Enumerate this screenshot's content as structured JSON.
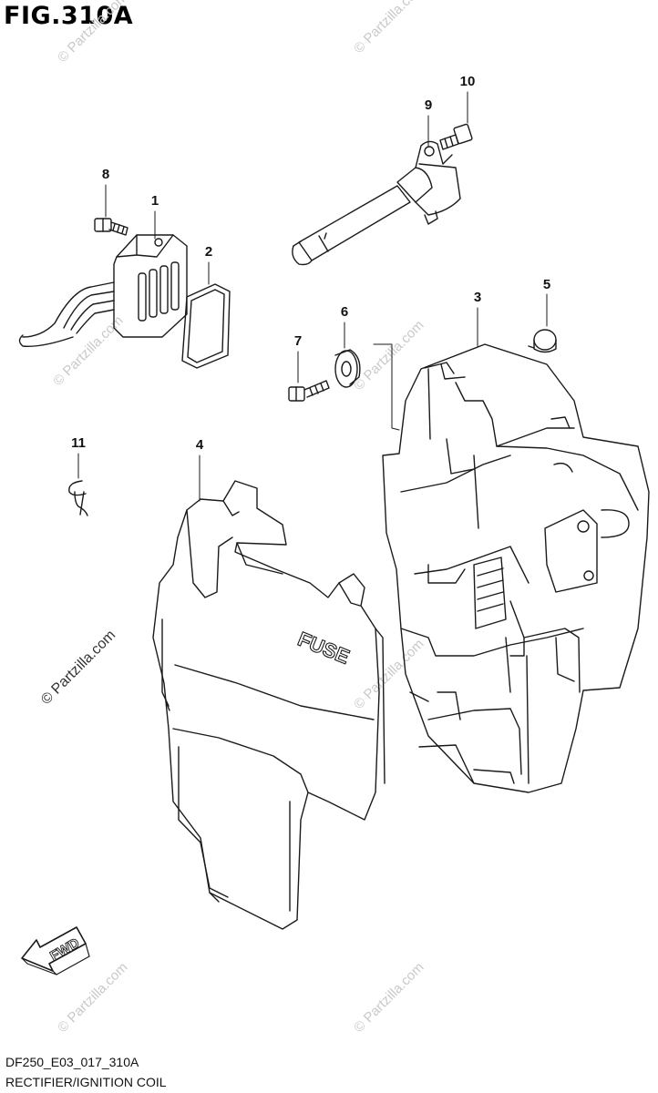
{
  "figure": {
    "title": "FIG.310A",
    "code": "DF250_E03_017_310A",
    "caption": "RECTIFIER/IGNITION COIL"
  },
  "callouts": [
    {
      "id": "1",
      "label": "1"
    },
    {
      "id": "2",
      "label": "2"
    },
    {
      "id": "3",
      "label": "3"
    },
    {
      "id": "4",
      "label": "4"
    },
    {
      "id": "5",
      "label": "5"
    },
    {
      "id": "6",
      "label": "6"
    },
    {
      "id": "7",
      "label": "7"
    },
    {
      "id": "8",
      "label": "8"
    },
    {
      "id": "9",
      "label": "9"
    },
    {
      "id": "10",
      "label": "10"
    },
    {
      "id": "11",
      "label": "11"
    }
  ],
  "part_labels": {
    "fuse_cover_text": "FUSE",
    "fwd_arrow_text": "FWD"
  },
  "watermark": {
    "text": "© Partzilla.com"
  },
  "colors": {
    "line": "#1a1a1a",
    "watermark": "#c9c9c9"
  }
}
